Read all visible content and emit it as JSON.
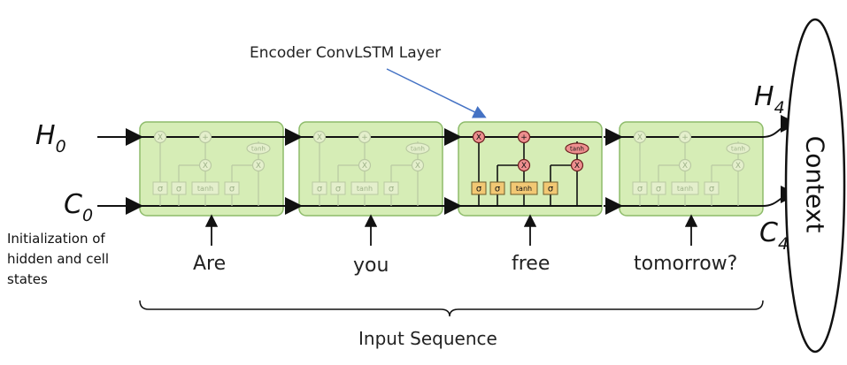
{
  "title": "Encoder ConvLSTM Layer",
  "h0": {
    "main": "H",
    "sub": "0"
  },
  "c0": {
    "main": "C",
    "sub": "0"
  },
  "h4": {
    "main": "H",
    "sub": "4"
  },
  "c4": {
    "main": "C",
    "sub": "4"
  },
  "init_note": "Initialization of hidden and cell states",
  "words": [
    "Are",
    "you",
    "free",
    "tomorrow?"
  ],
  "context": "Context",
  "sequence_label": "Input Sequence",
  "gate_labels": {
    "sigma": "σ",
    "tanh": "tanh",
    "times": "X",
    "plus": "+"
  },
  "colors": {
    "cell_fill": "#d6edb6",
    "cell_border": "#8dbb6a",
    "active_gate": "#f2c874",
    "active_op": "#ee8f8f",
    "arrow": "#4472c4",
    "line": "#111111"
  }
}
